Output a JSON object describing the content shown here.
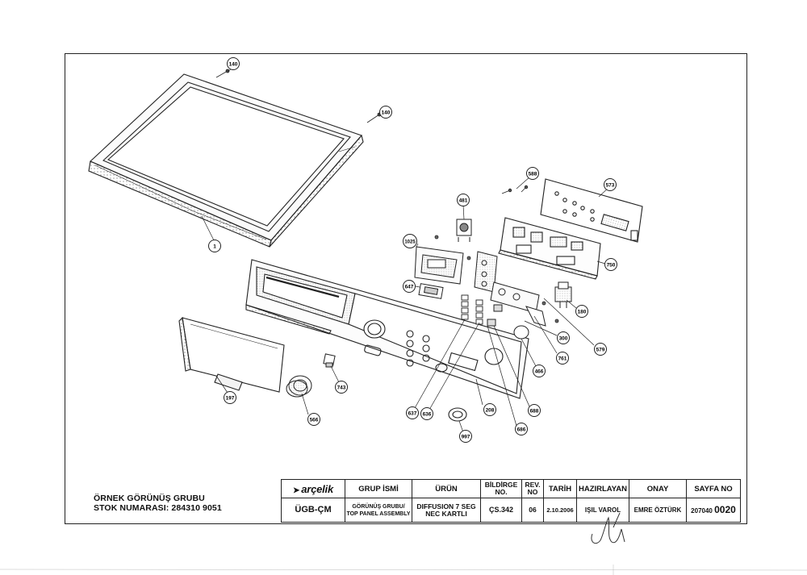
{
  "sheet": {
    "stock_title": "ÖRNEK GÖRÜNÜŞ GRUBU",
    "stock_number": "STOK NUMARASI: 284310 9051"
  },
  "title_block": {
    "brand": "arçelik",
    "headers": {
      "group_name": "GRUP İSMİ",
      "product": "ÜRÜN",
      "notice_no": "BİLDİRGE NO.",
      "rev_no": "REV. NO",
      "date": "TARİH",
      "prepared_by": "HAZIRLAYAN",
      "approval": "ONAY",
      "page_no": "SAYFA NO"
    },
    "values": {
      "code": "ÜGB-ÇM",
      "group_name_line1": "GÖRÜNÜŞ GRUBU/",
      "group_name_line2": "TOP PANEL ASSEMBLY",
      "product_line1": "DIFFUSION 7 SEG",
      "product_line2": "NEC KARTLI",
      "notice_no": "ÇS.342",
      "rev_no": "06",
      "date": "2.10.2006",
      "prepared_by": "IŞIL VAROL",
      "approval": "EMRE ÖZTÜRK",
      "page_prefix": "207040",
      "page_number": "0020"
    }
  },
  "diagram": {
    "part_labels": [
      "140",
      "140",
      "1",
      "588",
      "573",
      "481",
      "1025",
      "750",
      "647",
      "180",
      "300",
      "579",
      "761",
      "466",
      "197",
      "743",
      "566",
      "637",
      "636",
      "208",
      "688",
      "686",
      "997"
    ]
  }
}
